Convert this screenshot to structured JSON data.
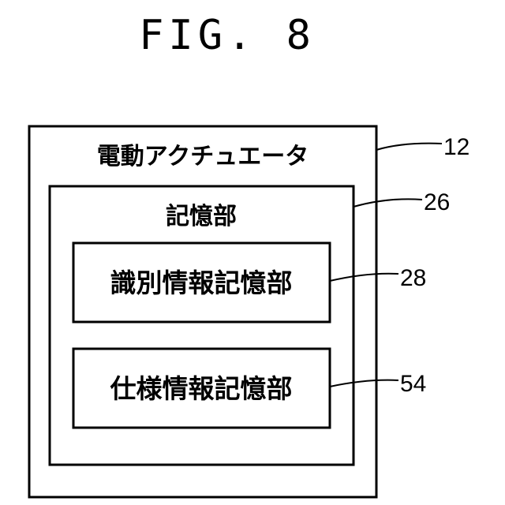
{
  "figure": {
    "title": "FIG. 8"
  },
  "actuator": {
    "label": "電動アクチュエータ",
    "ref": "12"
  },
  "storage": {
    "label": "記憶部",
    "ref": "26"
  },
  "id_storage": {
    "label": "識別情報記憶部",
    "ref": "28"
  },
  "spec_storage": {
    "label": "仕様情報記憶部",
    "ref": "54"
  }
}
